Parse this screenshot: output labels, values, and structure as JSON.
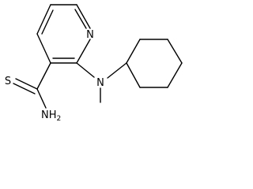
{
  "molecule": {
    "atoms": {
      "ring_nitrogen": "N",
      "amine_nitrogen": "N",
      "thioamide_sulfur": "S",
      "amide_nh": "NH",
      "amide_h_count": "2"
    }
  },
  "colors": {
    "bond": "#000000",
    "label": "#000000",
    "background": "#ffffff"
  }
}
